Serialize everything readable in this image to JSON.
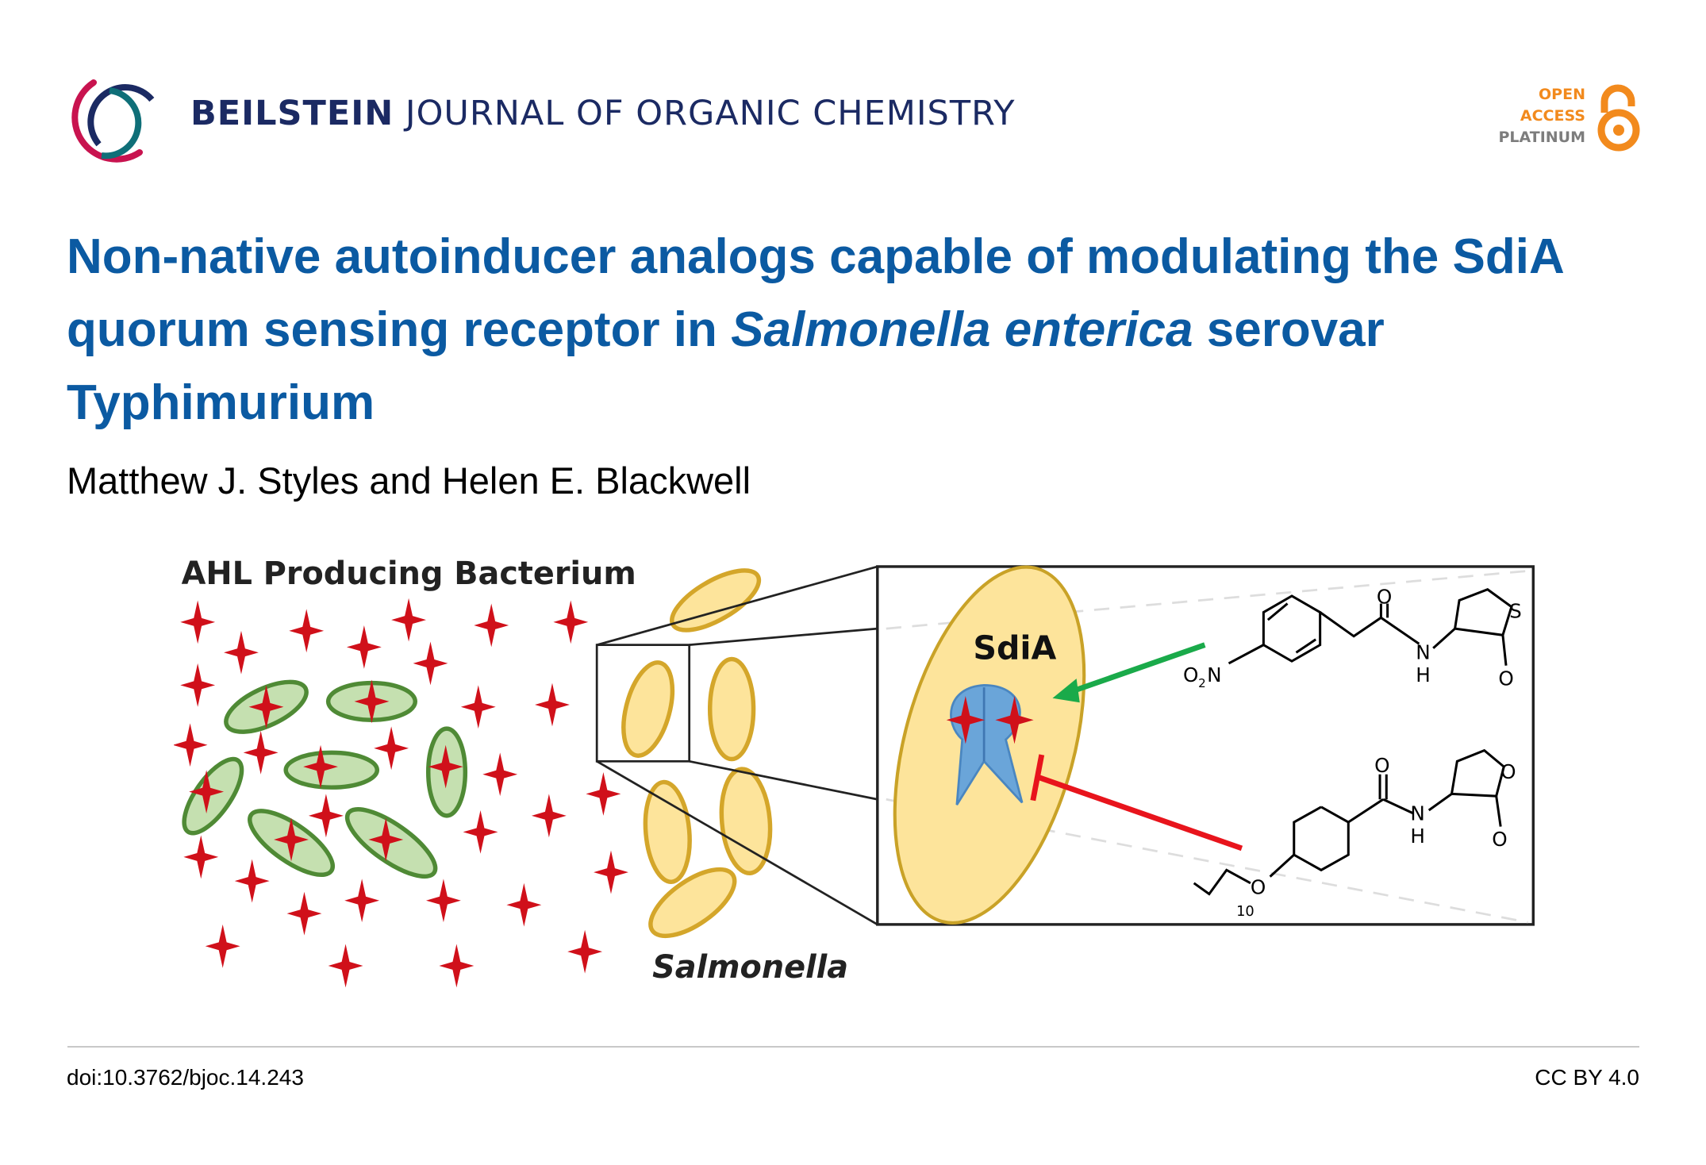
{
  "header": {
    "journal_bold": "BEILSTEIN",
    "journal_rest": "JOURNAL OF ORGANIC CHEMISTRY",
    "badge": {
      "line1": "OPEN",
      "line2": "ACCESS",
      "line3": "PLATINUM"
    }
  },
  "article": {
    "title_part1": "Non-native autoinducer analogs capable of modulating the SdiA quorum sensing receptor in ",
    "title_italic1": "Salmonella enterica",
    "title_part2": " serovar Typhimurium",
    "authors": "Matthew J. Styles and Helen E. Blackwell"
  },
  "figure": {
    "label_bacterium": "AHL Producing Bacterium",
    "label_receptor": "SdiA",
    "label_salmonella": "Salmonella",
    "chem": {
      "o": "O",
      "s": "S",
      "n": "N",
      "h": "H",
      "o2n_o": "O",
      "o2n_sub": "2",
      "o2n_n": "N",
      "chain_count": "10"
    }
  },
  "footer": {
    "doi": "doi:10.3762/bjoc.14.243",
    "license": "CC BY 4.0"
  },
  "colors": {
    "title": "#0b5aa2",
    "journal": "#1b2a63",
    "oa_orange": "#f28a1d",
    "ahl_star": "#d0101a",
    "bacterium_green": "#4f8a35",
    "salmonella_yellow": "#fde49b"
  }
}
